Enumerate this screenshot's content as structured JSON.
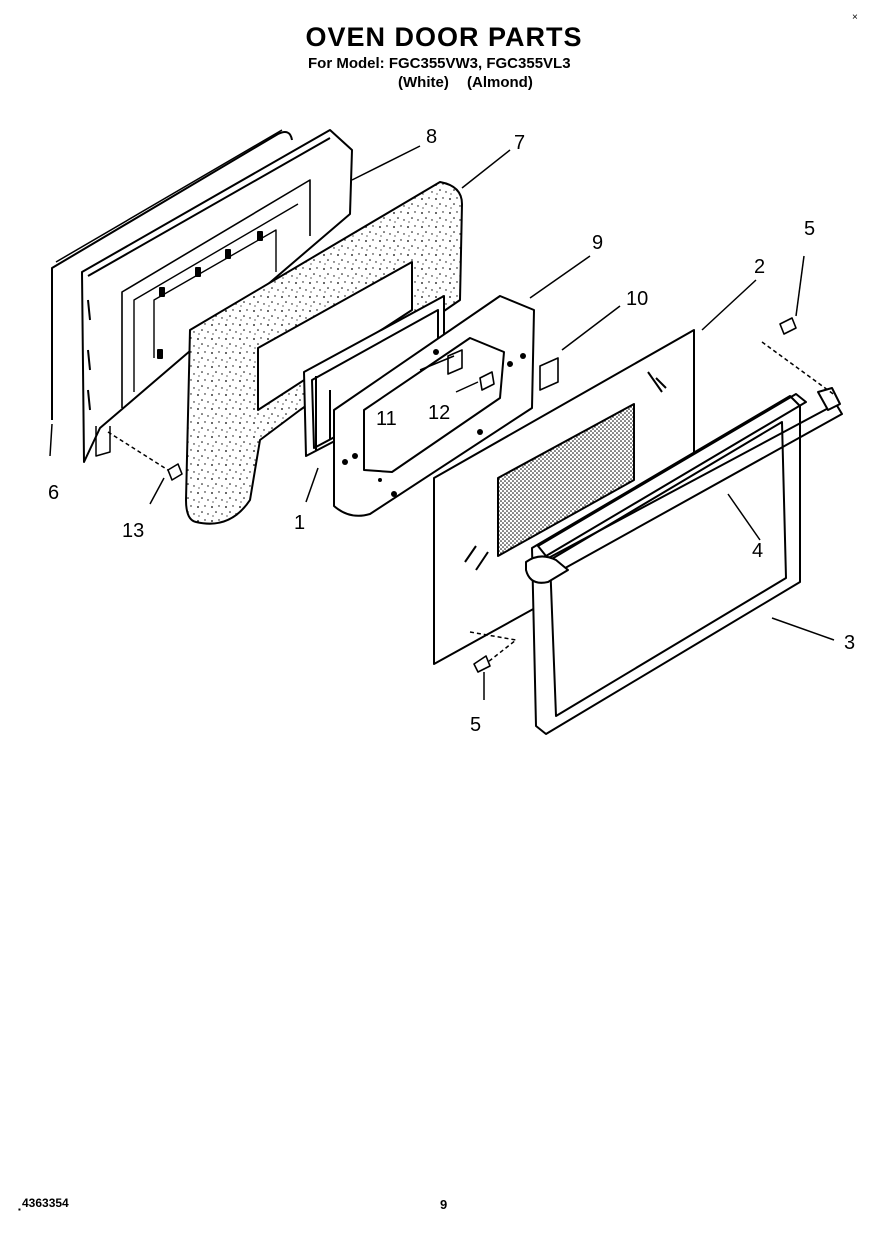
{
  "header": {
    "title": "OVEN DOOR PARTS",
    "model_line": "For Model: FGC355VW3, FGC355VL3",
    "variant_white": "(White)",
    "variant_almond": "(Almond)"
  },
  "callouts": [
    {
      "label": "8"
    },
    {
      "label": "7"
    },
    {
      "label": "9"
    },
    {
      "label": "10"
    },
    {
      "label": "2"
    },
    {
      "label": "5"
    },
    {
      "label": "11"
    },
    {
      "label": "12"
    },
    {
      "label": "6"
    },
    {
      "label": "13"
    },
    {
      "label": "1"
    },
    {
      "label": "4"
    },
    {
      "label": "3"
    },
    {
      "label": "5"
    }
  ],
  "footer": {
    "document_number": "4363354",
    "page_number": "9"
  }
}
